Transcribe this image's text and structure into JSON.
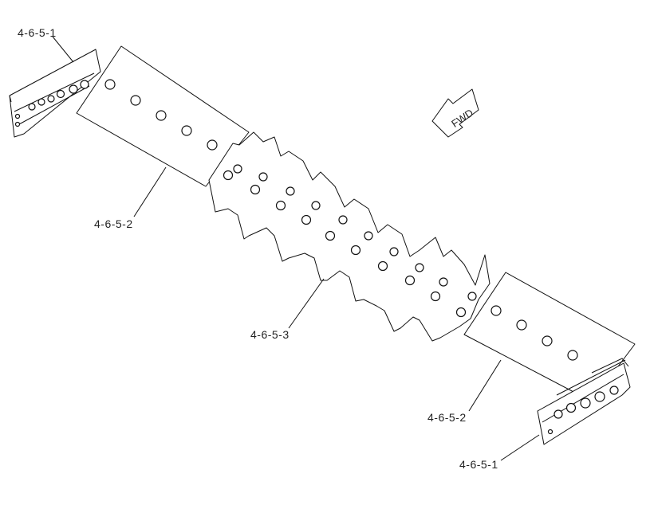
{
  "callouts": {
    "end_bit_top": "4-6-5-1",
    "cutting_edge_left": "4-6-5-2",
    "center_edge": "4-6-5-3",
    "cutting_edge_right": "4-6-5-2",
    "end_bit_bottom": "4-6-5-1"
  },
  "direction_arrow": {
    "label": "FWD"
  }
}
